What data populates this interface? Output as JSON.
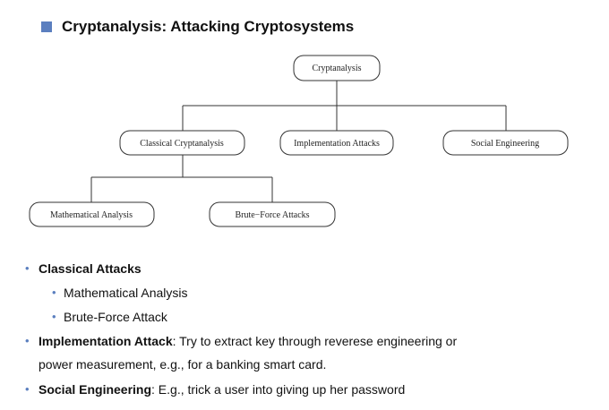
{
  "slide": {
    "title": "Cryptanalysis: Attacking Cryptosystems"
  },
  "diagram": {
    "nodes": {
      "root": "Cryptanalysis",
      "classical": "Classical Cryptanalysis",
      "implementation": "Implementation Attacks",
      "social": "Social Engineering",
      "mathematical": "Mathematical Analysis",
      "brute_force": "Brute−Force Attacks"
    }
  },
  "bullets": {
    "classical": {
      "term": "Classical Attacks",
      "sub": [
        "Mathematical Analysis",
        "Brute-Force Attack"
      ]
    },
    "implementation": {
      "term": "Implementation Attack",
      "text_line1": ": Try to extract key through reverese engineering or",
      "text_line2": "power measurement, e.g., for a banking smart card."
    },
    "social": {
      "term": "Social Engineering",
      "text": ": E.g., trick a user into giving up her password"
    }
  },
  "colors": {
    "accent": "#5b7fbf"
  }
}
